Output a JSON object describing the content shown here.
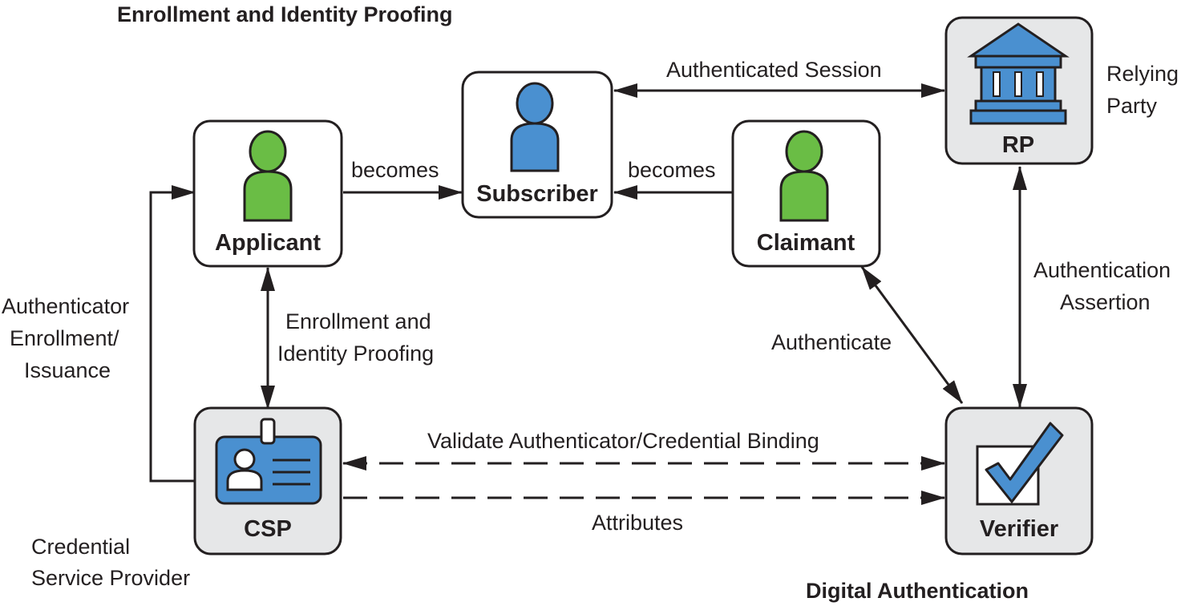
{
  "titles": {
    "enrollment": "Enrollment and Identity Proofing",
    "digital_auth": "Digital Authentication"
  },
  "nodes": {
    "applicant": {
      "label": "Applicant",
      "icon": "person-icon"
    },
    "subscriber": {
      "label": "Subscriber",
      "icon": "person-icon"
    },
    "claimant": {
      "label": "Claimant",
      "icon": "person-icon"
    },
    "rp": {
      "label": "RP",
      "icon": "bank-building-icon",
      "caption_line1": "Relying",
      "caption_line2": "Party"
    },
    "csp": {
      "label": "CSP",
      "icon": "id-badge-icon",
      "caption_line1": "Credential",
      "caption_line2": "Service Provider"
    },
    "verifier": {
      "label": "Verifier",
      "icon": "checkbox-icon"
    }
  },
  "edges": {
    "applicant_becomes": "becomes",
    "claimant_becomes": "becomes",
    "authenticated_session": "Authenticated Session",
    "enrollment_line1": "Enrollment and",
    "enrollment_line2": "Identity Proofing",
    "authenticator_line1": "Authenticator",
    "authenticator_line2": "Enrollment/",
    "authenticator_line3": "Issuance",
    "authenticate": "Authenticate",
    "auth_assertion_line1": "Authentication",
    "auth_assertion_line2": "Assertion",
    "validate_binding": "Validate Authenticator/Credential Binding",
    "attributes": "Attributes"
  },
  "colors": {
    "person_green": "#6abd45",
    "accent_blue": "#4a90d0",
    "box_gray": "#e6e7e8",
    "ink": "#231f20"
  }
}
